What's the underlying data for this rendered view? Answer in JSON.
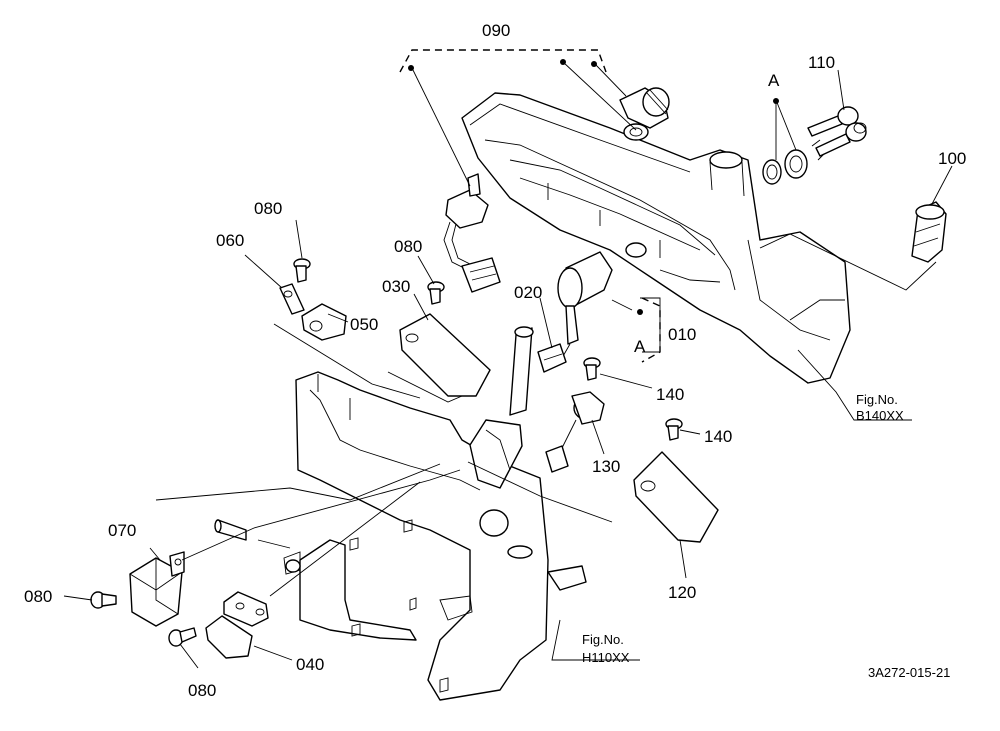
{
  "callouts": {
    "p010": "010",
    "p020": "020",
    "p030": "030",
    "p040": "040",
    "p050": "050",
    "p060": "060",
    "p070": "070",
    "p080a": "080",
    "p080b": "080",
    "p080c": "080",
    "p080d": "080",
    "p090": "090",
    "p100": "100",
    "p110": "110",
    "p120": "120",
    "p130": "130",
    "p140a": "140",
    "p140b": "140",
    "groupA_top": "A",
    "groupA_side": "A"
  },
  "figure_refs": {
    "panel": {
      "title": "Fig.No.",
      "code": "B140XX"
    },
    "frame": {
      "title": "Fig.No.",
      "code": "H110XX"
    }
  },
  "drawing_number": "3A272-015-21"
}
